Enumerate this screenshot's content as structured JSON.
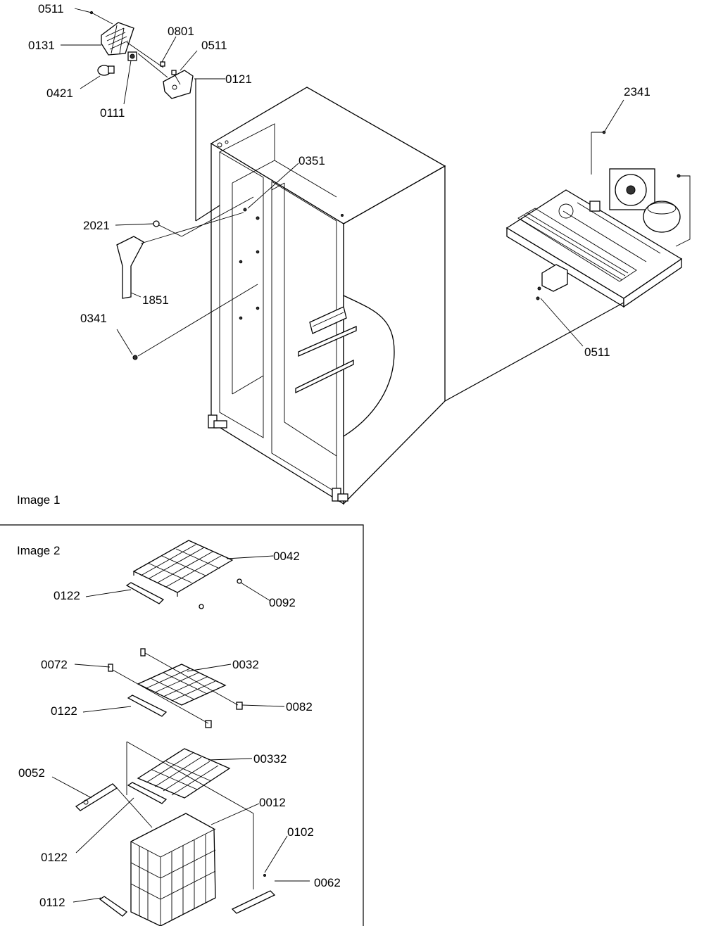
{
  "sections": {
    "image1": "Image 1",
    "image2": "Image 2"
  },
  "labels": {
    "l0511a": "0511",
    "l0131": "0131",
    "l0801": "0801",
    "l0511b": "0511",
    "l0121": "0121",
    "l0421": "0421",
    "l0111": "0111",
    "l2341": "2341",
    "l0351": "0351",
    "l2021": "2021",
    "l1851": "1851",
    "l0341": "0341",
    "l0511c": "0511",
    "l0042": "0042",
    "l0122a": "0122",
    "l0092": "0092",
    "l0072": "0072",
    "l0032": "0032",
    "l0122b": "0122",
    "l0082": "0082",
    "l00332": "00332",
    "l0052": "0052",
    "l0012": "0012",
    "l0102": "0102",
    "l0122c": "0122",
    "l0062": "0062",
    "l0112": "0112"
  }
}
